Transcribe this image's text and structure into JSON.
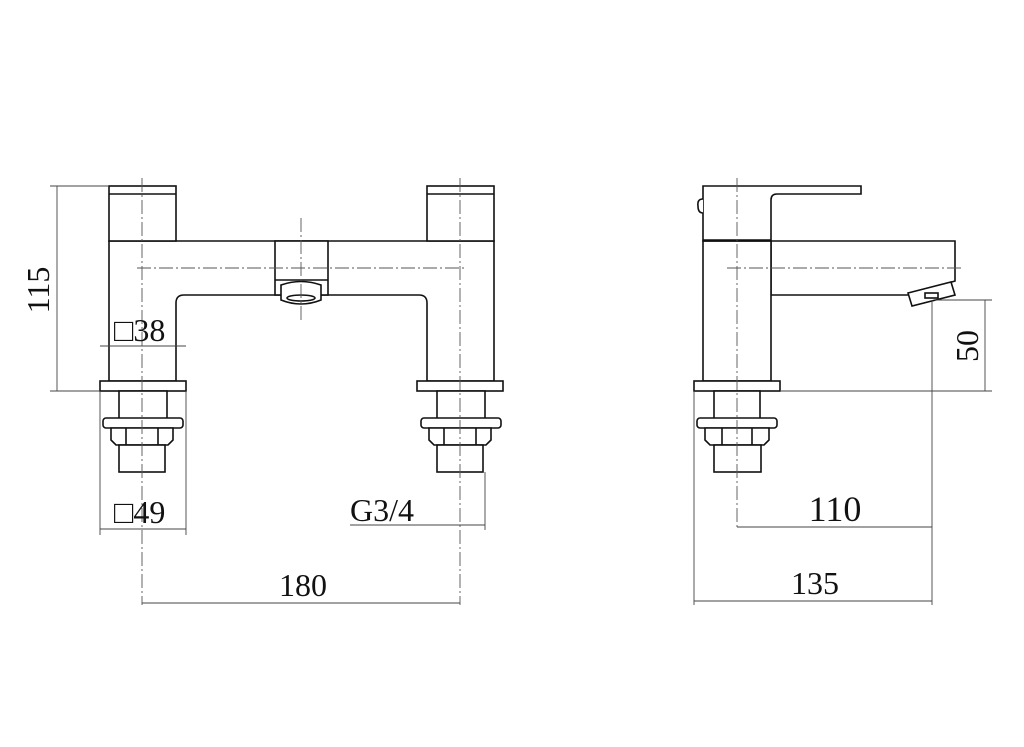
{
  "front_view": {
    "height_label": "115",
    "body_width_label": "□38",
    "base_width_label": "□49",
    "thread_label": "G3/4",
    "centers_label": "180"
  },
  "side_view": {
    "spout_height_label": "50",
    "spout_reach_label": "110",
    "overall_depth_label": "135"
  }
}
